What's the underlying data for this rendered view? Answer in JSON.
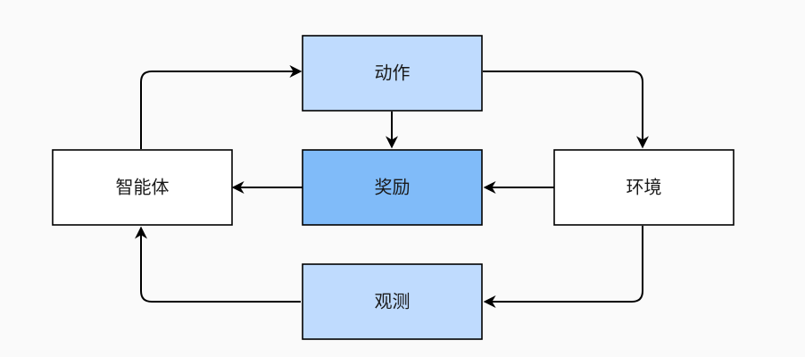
{
  "nodes": {
    "agent": {
      "label": "智能体",
      "fill": "#ffffff"
    },
    "action": {
      "label": "动作",
      "fill": "#bfdbfe"
    },
    "reward": {
      "label": "奖励",
      "fill": "#80bbf9"
    },
    "environment": {
      "label": "环境",
      "fill": "#ffffff"
    },
    "observation": {
      "label": "观测",
      "fill": "#bfdbfe"
    }
  },
  "edges": [
    {
      "from": "agent",
      "to": "action"
    },
    {
      "from": "action",
      "to": "environment"
    },
    {
      "from": "action",
      "to": "reward"
    },
    {
      "from": "environment",
      "to": "reward"
    },
    {
      "from": "reward",
      "to": "agent"
    },
    {
      "from": "environment",
      "to": "observation"
    },
    {
      "from": "observation",
      "to": "agent"
    }
  ]
}
